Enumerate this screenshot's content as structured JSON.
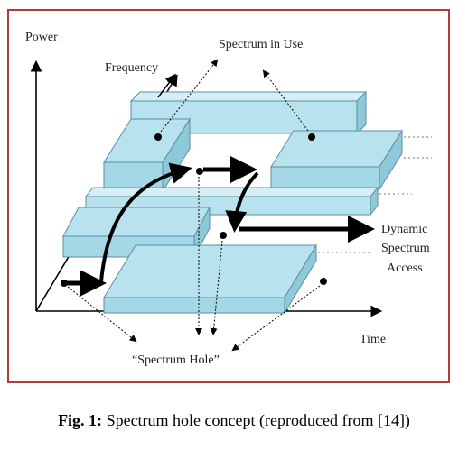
{
  "diagram": {
    "axis_power": "Power",
    "axis_frequency": "Frequency",
    "axis_time": "Time",
    "label_spectrum_in_use": "Spectrum in Use",
    "label_dsa_line1": "Dynamic",
    "label_dsa_line2": "Spectrum",
    "label_dsa_line3": "Access",
    "label_spectrum_hole": "“Spectrum Hole”"
  },
  "caption": {
    "prefix": "Fig. 1:",
    "text": " Spectrum hole concept (reproduced from [14])"
  },
  "colors": {
    "frame": "#b23b3b",
    "block_face": "#b8e2ee",
    "block_side": "#8ec9da",
    "block_edge": "#5a8fa0",
    "arrow": "#000000"
  }
}
